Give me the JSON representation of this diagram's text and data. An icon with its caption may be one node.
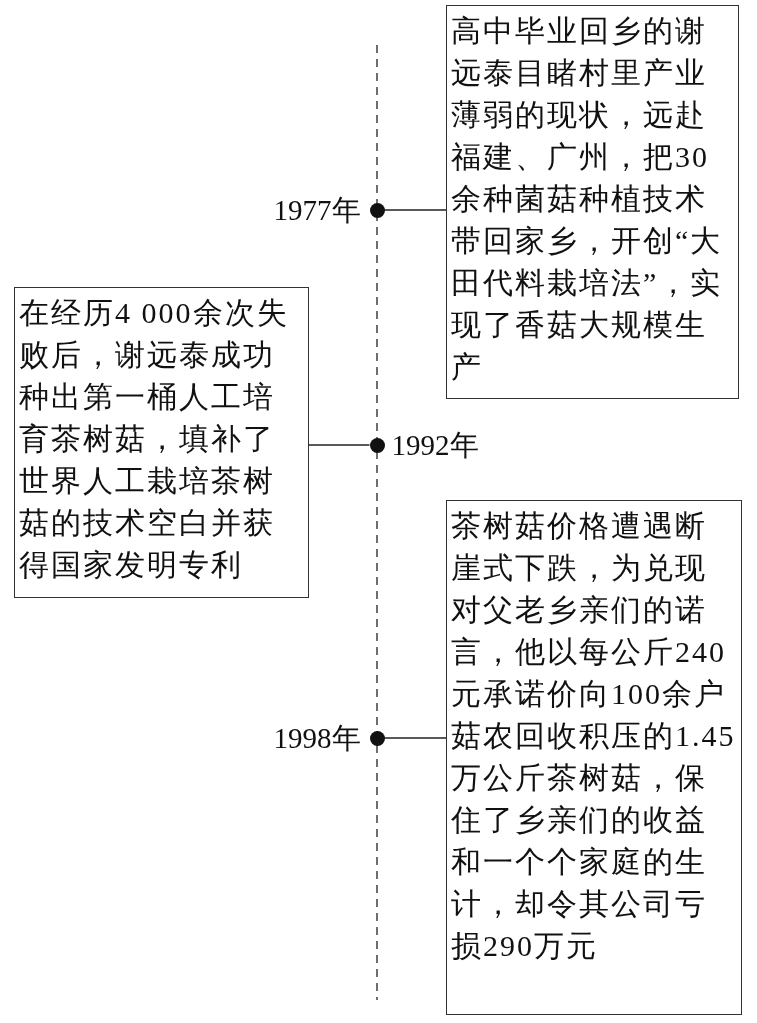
{
  "diagram": {
    "nodes": [
      {
        "text": [
          "高中毕业回乡的谢远泰目睹村里产业薄弱的现状，远赴福建、广州，把30余种菌菇种植技术带回家乡，开创“大田代料栽培法”，实现了香菇大规模生产"
        ]
      },
      {
        "text": [],
        "shape": "circle",
        "beside": [
          "1977年"
        ]
      },
      {
        "text": [
          "在经历4 000余次失败后，谢远泰成功种出第一桶人工培育茶树菇，填补了世界人工栽培茶树菇的技术空白并获得国家发明专利"
        ]
      },
      {
        "text": [],
        "shape": "circle",
        "beside": [
          "1992年"
        ]
      },
      {
        "text": [
          "茶树菇价格遭遇断崖式下跌，为兑现对父老乡亲们的诺言，他以每公斤240元承诺价向100余户菇农回收积压的1.45万公斤茶树菇，保住了乡亲们的收益和一个个家庭的生计，却令其公司亏损290万元"
        ]
      },
      {
        "text": [],
        "shape": "circle",
        "beside": [
          "1998年"
        ]
      }
    ],
    "edges": [
      {
        "from": 1,
        "to": 0,
        "arrow": "none"
      },
      {
        "from": 2,
        "to": 3,
        "arrow": "none"
      },
      {
        "from": 5,
        "to": 4,
        "arrow": "none"
      }
    ]
  }
}
